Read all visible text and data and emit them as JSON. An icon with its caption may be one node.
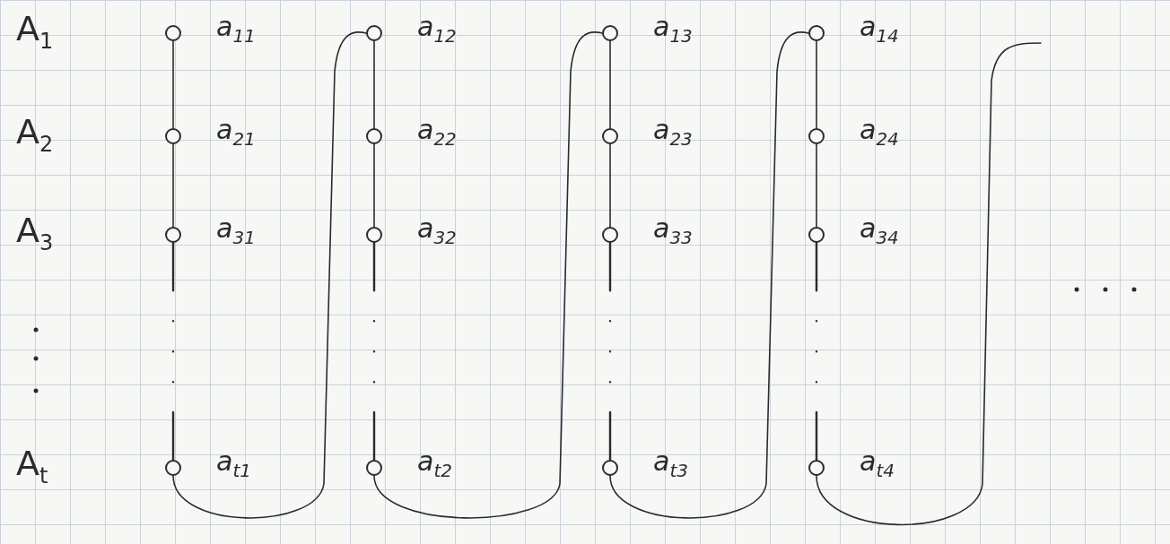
{
  "diagram": {
    "nodes": [
      {
        "text": [],
        "shape": "circle",
        "beside": [
          "a$_{11}$"
        ]
      },
      {
        "text": [],
        "shape": "circle",
        "beside": [
          "a$_{21}$"
        ]
      },
      {
        "text": [],
        "shape": "circle",
        "beside": [
          "a$_{31}$"
        ]
      },
      {
        "text": [],
        "shape": "circle",
        "beside": [
          "a$_{t1}$"
        ]
      },
      {
        "text": [],
        "shape": "circle",
        "beside": [
          "a$_{12}$"
        ]
      },
      {
        "text": [],
        "shape": "circle",
        "beside": [
          "a$_{22}$"
        ]
      },
      {
        "text": [],
        "shape": "circle",
        "beside": [
          "a$_{32}$"
        ]
      },
      {
        "text": [],
        "shape": "circle",
        "beside": [
          "a$_{t2}$"
        ]
      },
      {
        "text": [],
        "shape": "circle",
        "beside": [
          "a$_{13}$"
        ]
      },
      {
        "text": [],
        "shape": "circle",
        "beside": [
          "a$_{23}$"
        ]
      },
      {
        "text": [],
        "shape": "circle",
        "beside": [
          "a$_{33}$"
        ]
      },
      {
        "text": [],
        "shape": "circle",
        "beside": [
          "a$_{t3}$"
        ]
      },
      {
        "text": [],
        "shape": "circle",
        "beside": [
          "a$_{14}$"
        ]
      },
      {
        "text": [],
        "shape": "circle",
        "beside": [
          "a$_{24}$"
        ]
      },
      {
        "text": [],
        "shape": "circle",
        "beside": [
          "a$_{34}$"
        ]
      },
      {
        "text": [],
        "shape": "circle",
        "beside": [
          "a$_{t4}$"
        ]
      }
    ],
    "edges": [
      {
        "from": 0,
        "to": 1,
        "arrow": "none"
      },
      {
        "from": 1,
        "to": 2,
        "arrow": "none"
      },
      {
        "from": 2,
        "to": 3,
        "arrow": "none",
        "style": "dashed"
      },
      {
        "from": 4,
        "to": 5,
        "arrow": "none"
      },
      {
        "from": 5,
        "to": 6,
        "arrow": "none"
      },
      {
        "from": 6,
        "to": 7,
        "arrow": "none",
        "style": "dashed"
      },
      {
        "from": 8,
        "to": 9,
        "arrow": "none"
      },
      {
        "from": 9,
        "to": 10,
        "arrow": "none"
      },
      {
        "from": 10,
        "to": 11,
        "arrow": "none",
        "style": "dashed"
      },
      {
        "from": 12,
        "to": 13,
        "arrow": "none"
      },
      {
        "from": 13,
        "to": 14,
        "arrow": "none"
      },
      {
        "from": 14,
        "to": 15,
        "arrow": "none",
        "style": "dashed"
      },
      {
        "from": 3,
        "to": 4,
        "arrow": "none"
      },
      {
        "from": 7,
        "to": 8,
        "arrow": "none"
      },
      {
        "from": 11,
        "to": 12,
        "arrow": "none"
      },
      {
        "from": 15,
        "to": null,
        "arrow": "none"
      }
    ],
    "labels": [
      "A$_{1}$",
      "A$_{2}$",
      "A$_{3}$",
      "A$_{t}$"
    ]
  }
}
